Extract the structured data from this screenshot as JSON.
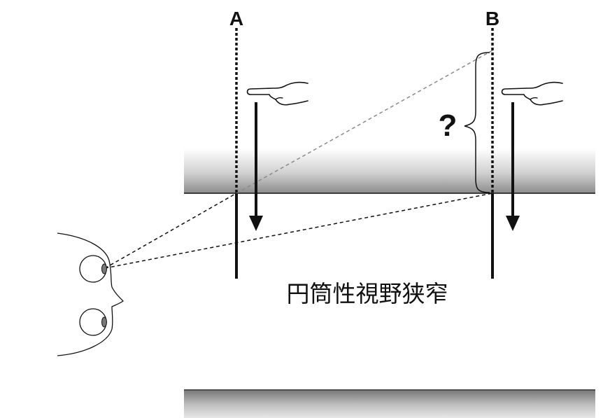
{
  "labels": {
    "line_a": "A",
    "line_b": "B",
    "question": "?",
    "caption": "円筒性視野狭窄"
  },
  "colors": {
    "line": "#111111",
    "dashed_light": "#8a8a8a",
    "band_top": "#ffffff",
    "band_bottom": "#8c8c8c"
  },
  "icons": [
    "pointing-hand-icon",
    "down-arrow-icon",
    "eye-icon",
    "head-profile-icon",
    "curly-brace-icon"
  ]
}
